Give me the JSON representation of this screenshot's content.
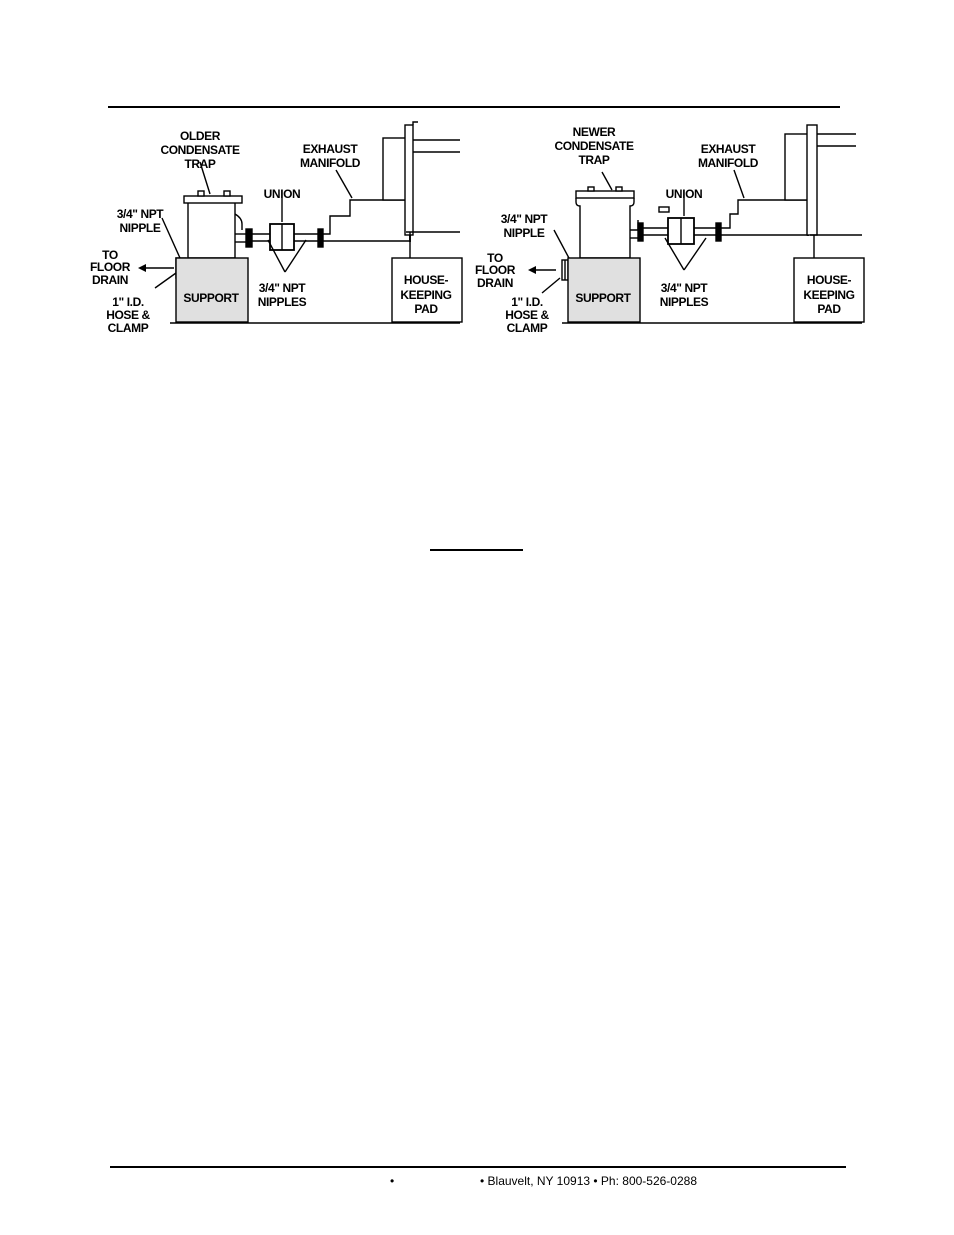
{
  "figure": {
    "left": {
      "trap_label": [
        "OLDER",
        "CONDENSATE",
        "TRAP"
      ],
      "manifold_label": [
        "EXHAUST",
        "MANIFOLD"
      ],
      "union_label": "UNION",
      "nipple_label": [
        "3/4\" NPT",
        "NIPPLE"
      ],
      "floor_drain_label": [
        "TO",
        "FLOOR",
        "DRAIN"
      ],
      "hose_label": [
        "1\"  I.D.",
        "HOSE &",
        "CLAMP"
      ],
      "support_label": "SUPPORT",
      "nipples_label": [
        "3/4\" NPT",
        "NIPPLES"
      ],
      "pad_label": [
        "HOUSE-",
        "KEEPING",
        "PAD"
      ]
    },
    "right": {
      "trap_label": [
        "NEWER",
        "CONDENSATE",
        "TRAP"
      ],
      "manifold_label": [
        "EXHAUST",
        "MANIFOLD"
      ],
      "union_label": "UNION",
      "nipple_label": [
        "3/4\" NPT",
        "NIPPLE"
      ],
      "floor_drain_label": [
        "TO",
        "FLOOR",
        "DRAIN"
      ],
      "hose_label": [
        "1\"  I.D.",
        "HOSE &",
        "CLAMP"
      ],
      "support_label": "SUPPORT",
      "nipples_label": [
        "3/4\" NPT",
        "NIPPLES"
      ],
      "pad_label": [
        "HOUSE-",
        "KEEPING",
        "PAD"
      ]
    }
  },
  "footer": {
    "bullet": "•",
    "address": "• Blauvelt, NY 10913  • Ph: 800-526-0288"
  }
}
